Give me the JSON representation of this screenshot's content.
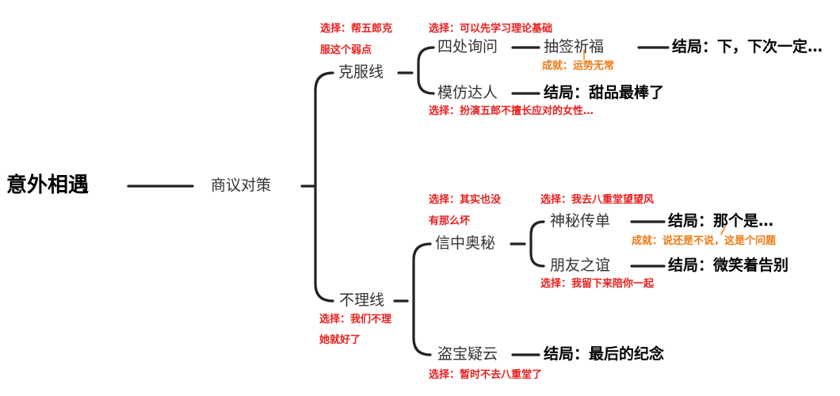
{
  "colors": {
    "line": "#222222",
    "choice": "#e8201f",
    "achievement": "#f07a14",
    "text": "#333333"
  },
  "root": "意外相遇",
  "hub": "商议对策",
  "branches": {
    "kefu": {
      "label": "克服线",
      "choice_a": "选择：帮五郎克",
      "choice_b": "服这个弱点",
      "sub1": {
        "label": "四处询问",
        "choice": "选择：可以先学习理论基础",
        "child": "抽签祈福",
        "achievement": "成就：运势无常",
        "ending": "结局：下，下次一定…"
      },
      "sub2": {
        "label": "模仿达人",
        "ending": "结局：甜品最棒了",
        "choice": "选择：扮演五郎不擅长应对的女性…"
      }
    },
    "buli": {
      "label": "不理线",
      "choice_a": "选择：我们不理",
      "choice_b": "她就好了",
      "sub1": {
        "label": "信中奥秘",
        "choice_a": "选择：其实也没",
        "choice_b": "有那么坏",
        "leaf1": {
          "label": "神秘传单",
          "choice": "选择：我去八重堂望望风",
          "ending": "结局：那个是…",
          "achievement": "成就：说还是不说，这是个问题"
        },
        "leaf2": {
          "label": "朋友之谊",
          "ending": "结局：微笑着告别",
          "choice": "选择：我留下来陪你一起"
        }
      },
      "sub2": {
        "label": "盗宝疑云",
        "ending": "结局：最后的纪念",
        "choice": "选择：暂时不去八重堂了"
      }
    }
  }
}
